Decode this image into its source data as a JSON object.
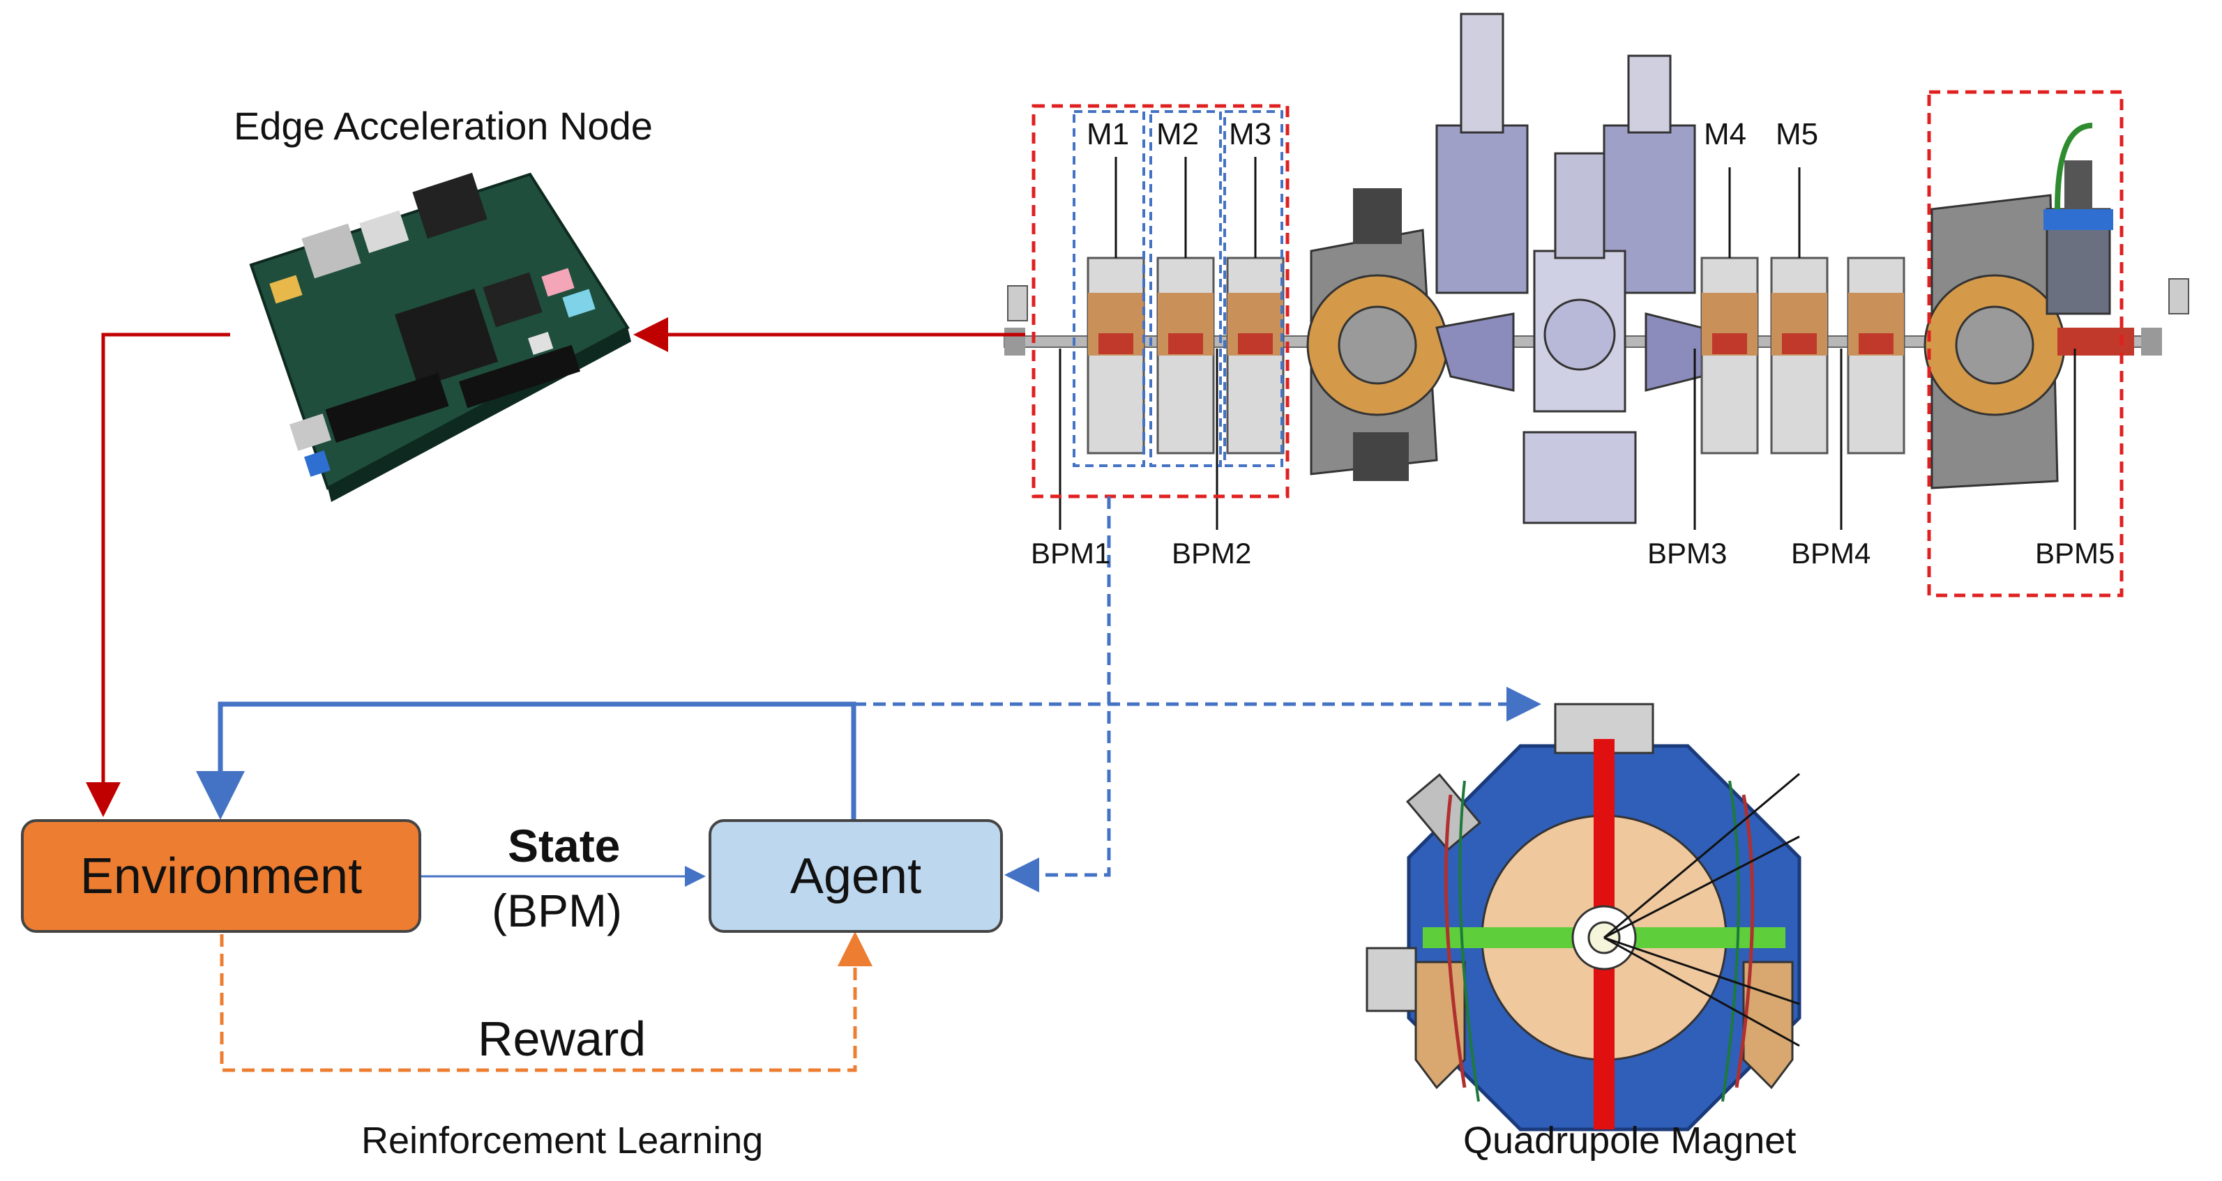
{
  "titles": {
    "edge_node": "Edge Acceleration Node",
    "reinforcement": "Reinforcement Learning",
    "quadrupole": "Quadrupole Magnet"
  },
  "rl_loop": {
    "environment": "Environment",
    "agent": "Agent",
    "state": "State",
    "state_sub": "(BPM)",
    "reward": "Reward"
  },
  "beamline": {
    "magnets": [
      "M1",
      "M2",
      "M3",
      "M4",
      "M5"
    ],
    "bpms": [
      "BPM1",
      "BPM2",
      "BPM3",
      "BPM4",
      "BPM5"
    ]
  },
  "colors": {
    "environment_fill": "#ed7d31",
    "agent_fill": "#bdd7ee",
    "control_arrow": "#4472c4",
    "data_arrow": "#c00000",
    "reward_arrow": "#ed7d31",
    "highlight_box": "#e02020",
    "magnet_box": "#4472c4"
  }
}
